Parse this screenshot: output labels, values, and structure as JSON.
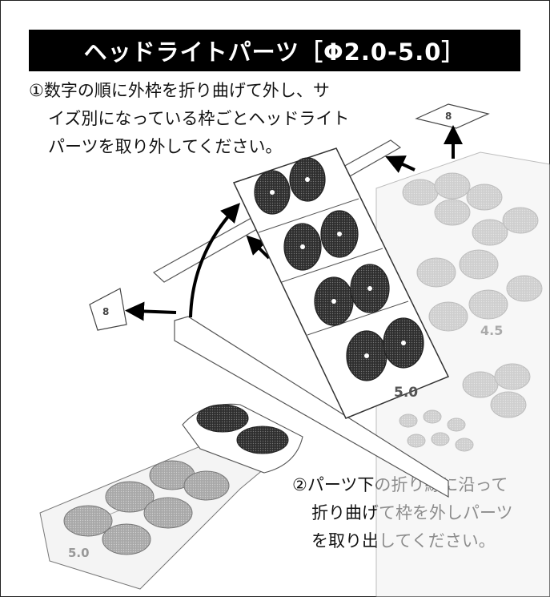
{
  "header": {
    "title": "ヘッドライトパーツ［Φ2.0-5.0］"
  },
  "step1": {
    "lines": [
      "①数字の順に外枠を折り曲げて外し、サ",
      "イズ別になっている枠ごとヘッドライト",
      "パーツを取り外してください。"
    ]
  },
  "step2": {
    "lines": [
      "②パーツ下の折り線に沿って",
      "折り曲げて枠を外しパーツ",
      "を取り出してください。"
    ]
  },
  "illustration": {
    "size_label_main": "5.0",
    "size_label_mid": "4.5",
    "size_label_bottom": "5.0",
    "tag_glyph_a": "8",
    "tag_glyph_b": "8"
  },
  "colors": {
    "title_bg": "#000000",
    "title_text": "#ffffff",
    "dark_lens": "#3a3a3a",
    "light_lens": "#9a9a9a",
    "line": "#444444"
  },
  "icons": [
    "arrow-icon",
    "tag-icon"
  ]
}
